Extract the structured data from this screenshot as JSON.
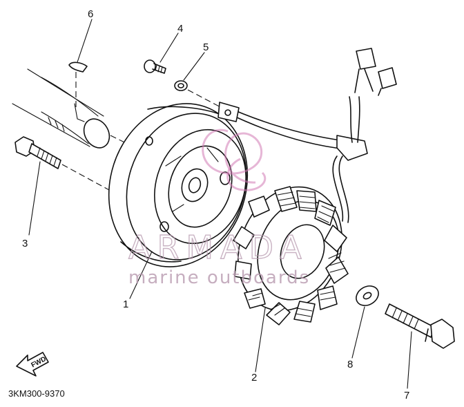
{
  "drawing_code": "3KM300-9370",
  "callouts": [
    {
      "n": "1"
    },
    {
      "n": "2"
    },
    {
      "n": "3"
    },
    {
      "n": "4"
    },
    {
      "n": "5"
    },
    {
      "n": "6"
    },
    {
      "n": "7"
    },
    {
      "n": "8"
    }
  ],
  "fwd_label": "FWD",
  "watermark": {
    "brand": "ARMADA",
    "tagline": "marine outboards",
    "color": "#d27ab4"
  }
}
